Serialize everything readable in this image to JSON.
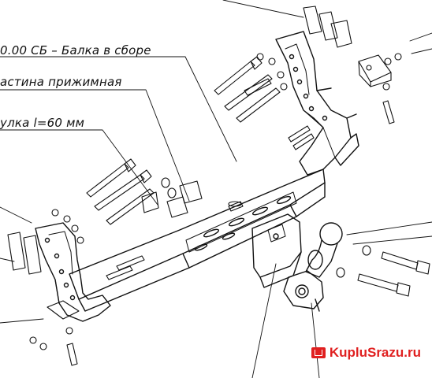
{
  "callouts": [
    {
      "id": "beam",
      "text": "0.00 СБ – Балка в сборе"
    },
    {
      "id": "plate",
      "text": "астина прижимная"
    },
    {
      "id": "sleeve",
      "text": "улка l=60 мм"
    }
  ],
  "watermark": {
    "text": "KupluSrazu.ru",
    "icon": "bag-icon",
    "color": "#e02020"
  },
  "colors": {
    "line": "#111111",
    "background": "#ffffff"
  }
}
